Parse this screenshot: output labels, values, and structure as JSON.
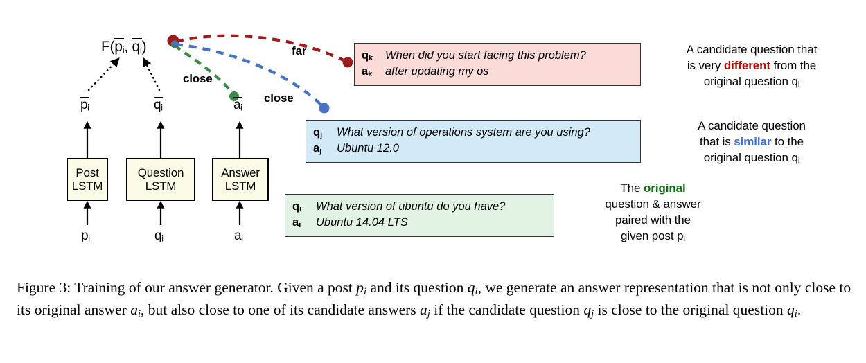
{
  "figure": {
    "formula": {
      "prefix": "F(",
      "arg1": "p",
      "arg1_sub": "i",
      "comma": ", ",
      "arg2": "q",
      "arg2_sub": "i",
      "suffix": ")"
    },
    "lstm_boxes": [
      {
        "name": "post-lstm",
        "line1": "Post",
        "line2": "LSTM"
      },
      {
        "name": "question-lstm",
        "line1": "Question",
        "line2": "LSTM"
      },
      {
        "name": "answer-lstm",
        "line1": "Answer",
        "line2": "LSTM"
      }
    ],
    "encoded_labels": [
      {
        "base": "p",
        "sub": "i"
      },
      {
        "base": "q",
        "sub": "i"
      },
      {
        "base": "a",
        "sub": "i"
      }
    ],
    "input_labels": [
      {
        "base": "p",
        "sub": "i"
      },
      {
        "base": "q",
        "sub": "i"
      },
      {
        "base": "a",
        "sub": "i"
      }
    ],
    "arc_labels": [
      {
        "text": "far",
        "color": "#000000"
      },
      {
        "text": "close",
        "color": "#000000"
      },
      {
        "text": "close",
        "color": "#000000"
      }
    ],
    "arcs": [
      {
        "name": "far-arc-red",
        "color": "#9e1b1b",
        "label": "far"
      },
      {
        "name": "close-arc-blue",
        "color": "#4472c4",
        "label": "close"
      },
      {
        "name": "close-arc-green",
        "color": "#3c8a48",
        "label": "close"
      }
    ],
    "qa_boxes": [
      {
        "name": "candidate-far-qa-box",
        "variant": "pink",
        "rows": [
          {
            "key": "q",
            "key_sub": "k",
            "value": "When did you start facing this problem?"
          },
          {
            "key": "a",
            "key_sub": "k",
            "value": "after updating my os"
          }
        ]
      },
      {
        "name": "candidate-similar-qa-box",
        "variant": "blue",
        "rows": [
          {
            "key": "q",
            "key_sub": "j",
            "value": "What version of operations system are you using?"
          },
          {
            "key": "a",
            "key_sub": "j",
            "value": "Ubuntu 12.0"
          }
        ]
      },
      {
        "name": "original-qa-box",
        "variant": "green",
        "rows": [
          {
            "key": "q",
            "key_sub": "i",
            "value": "What version of ubuntu do you have?"
          },
          {
            "key": "a",
            "key_sub": "i",
            "value": "Ubuntu 14.04 LTS"
          }
        ]
      }
    ],
    "annotations": [
      {
        "name": "annotation-different",
        "lines": [
          [
            {
              "t": "A candidate question that",
              "hl": null
            }
          ],
          [
            {
              "t": "is very ",
              "hl": null
            },
            {
              "t": "different",
              "hl": "diff"
            },
            {
              "t": " from the",
              "hl": null
            }
          ],
          [
            {
              "t": "original question q",
              "hl": null
            },
            {
              "t": "i",
              "hl": "sub"
            }
          ]
        ]
      },
      {
        "name": "annotation-similar",
        "lines": [
          [
            {
              "t": "A candidate question",
              "hl": null
            }
          ],
          [
            {
              "t": "that is ",
              "hl": null
            },
            {
              "t": "similar",
              "hl": "sim"
            },
            {
              "t": " to the",
              "hl": null
            }
          ],
          [
            {
              "t": "original question q",
              "hl": null
            },
            {
              "t": "i",
              "hl": "sub"
            }
          ]
        ]
      },
      {
        "name": "annotation-original",
        "lines": [
          [
            {
              "t": "The ",
              "hl": null
            },
            {
              "t": "original",
              "hl": "orig"
            }
          ],
          [
            {
              "t": "question & answer",
              "hl": null
            }
          ],
          [
            {
              "t": "paired with the",
              "hl": null
            }
          ],
          [
            {
              "t": "given post p",
              "hl": null
            },
            {
              "t": "i",
              "hl": "sub"
            }
          ]
        ]
      }
    ],
    "colors": {
      "red": "#9e1b1b",
      "blue": "#4472c4",
      "green": "#3c8a48",
      "pink_fill": "#fadbd8",
      "blue_fill": "#d2eaf7",
      "green_fill": "#e2f3e4",
      "box_fill": "#fcfbe8",
      "highlight_different": "#c00000",
      "highlight_similar": "#3a6fd8",
      "highlight_original": "#107010"
    }
  },
  "caption": {
    "label": "Figure 3:",
    "text_part1": " Training of our answer generator. Given a post ",
    "m1": "p",
    "m1s": "i",
    "text_part2": " and its question ",
    "m2": "q",
    "m2s": "i",
    "text_part3": ", we generate an answer representation that is not only close to its original answer ",
    "m3": "a",
    "m3s": "i",
    "text_part4": ", but also close to one of its candidate answers ",
    "m4": "a",
    "m4s": "j",
    "text_part5": " if the candidate question ",
    "m5": "q",
    "m5s": "j",
    "text_part6": " is close to the original question ",
    "m6": "q",
    "m6s": "i",
    "text_part7": "."
  }
}
